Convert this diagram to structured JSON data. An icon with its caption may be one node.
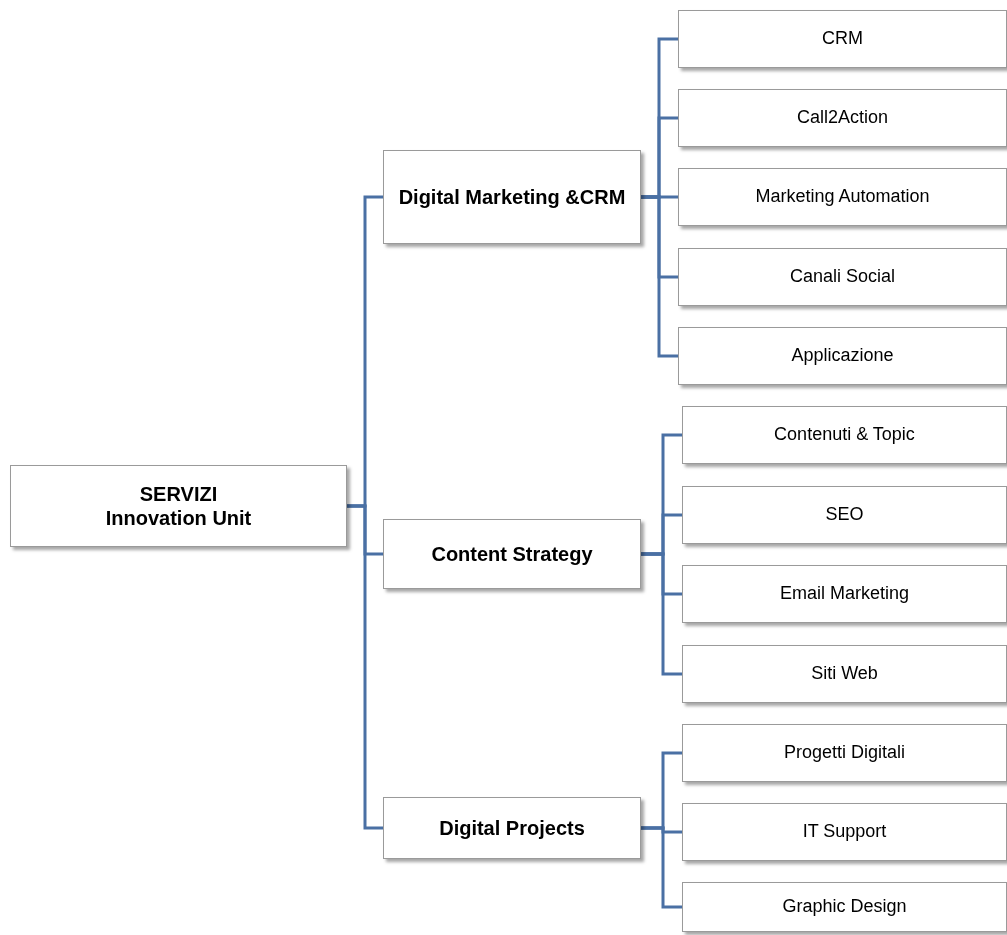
{
  "diagram": {
    "nodes": [
      {
        "text": [
          "SERVIZI",
          "Innovation Unit"
        ]
      },
      {
        "text": [
          "Digital Marketing &CRM"
        ]
      },
      {
        "text": [
          "CRM"
        ]
      },
      {
        "text": [
          "Call2Action"
        ]
      },
      {
        "text": [
          "Marketing Automation"
        ]
      },
      {
        "text": [
          "Canali Social"
        ]
      },
      {
        "text": [
          "Applicazione"
        ]
      },
      {
        "text": [
          "Content Strategy"
        ]
      },
      {
        "text": [
          "Contenuti & Topic"
        ]
      },
      {
        "text": [
          "SEO"
        ]
      },
      {
        "text": [
          "Email Marketing"
        ]
      },
      {
        "text": [
          "Siti Web"
        ]
      },
      {
        "text": [
          "Digital Projects"
        ]
      },
      {
        "text": [
          "Progetti Digitali"
        ]
      },
      {
        "text": [
          "IT Support"
        ]
      },
      {
        "text": [
          "Graphic Design"
        ]
      }
    ],
    "edges": [
      {
        "from": 0,
        "to": 1,
        "arrow": "none"
      },
      {
        "from": 0,
        "to": 7,
        "arrow": "none"
      },
      {
        "from": 0,
        "to": 12,
        "arrow": "none"
      },
      {
        "from": 1,
        "to": 2,
        "arrow": "none"
      },
      {
        "from": 1,
        "to": 3,
        "arrow": "none"
      },
      {
        "from": 1,
        "to": 4,
        "arrow": "none"
      },
      {
        "from": 1,
        "to": 5,
        "arrow": "none"
      },
      {
        "from": 1,
        "to": 6,
        "arrow": "none"
      },
      {
        "from": 7,
        "to": 8,
        "arrow": "none"
      },
      {
        "from": 7,
        "to": 9,
        "arrow": "none"
      },
      {
        "from": 7,
        "to": 10,
        "arrow": "none"
      },
      {
        "from": 7,
        "to": 11,
        "arrow": "none"
      },
      {
        "from": 12,
        "to": 13,
        "arrow": "none"
      },
      {
        "from": 12,
        "to": 14,
        "arrow": "none"
      },
      {
        "from": 12,
        "to": 15,
        "arrow": "none"
      }
    ]
  }
}
